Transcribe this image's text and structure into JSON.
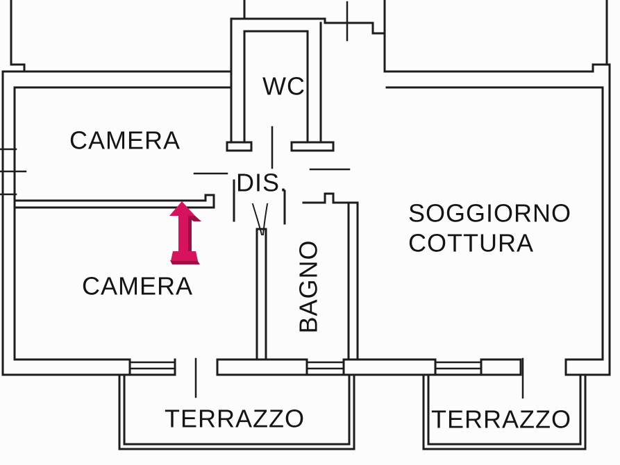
{
  "plan": {
    "background_color": "#fcfcfc",
    "wall_color": "#1c1c1c",
    "label_color": "#141414",
    "rooms": {
      "camera_top": "CAMERA",
      "wc": "WC",
      "dis": "DIS.",
      "bagno": "BAGNO",
      "soggiorno_line1": "SOGGIORNO",
      "soggiorno_line2": "COTTURA",
      "camera_bottom": "CAMERA",
      "terrazzo_left": "TERRAZZO",
      "terrazzo_right": "TERRAZZO"
    },
    "marker": {
      "name": "up-arrow-3d",
      "direction": "up",
      "fill": "#d6135c",
      "shade": "#9c0e44"
    }
  }
}
